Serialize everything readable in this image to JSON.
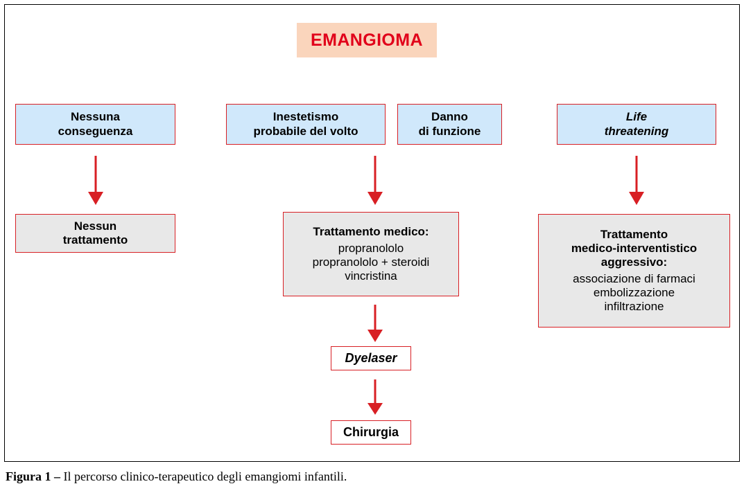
{
  "figure": {
    "title": "EMANGIOMA",
    "caption_label": "Figura 1",
    "caption_dash": " – ",
    "caption_text": "Il percorso clinico-terapeutico degli emangiomi infantili."
  },
  "colors": {
    "title_text": "#e1001a",
    "title_background": "#fad5bc",
    "box_border": "#d81f24",
    "box_blue_fill": "#d0e8fb",
    "box_grey_fill": "#e8e8e8",
    "box_white_fill": "#ffffff",
    "arrow": "#d81f24",
    "frame_border": "#000000",
    "text": "#000000"
  },
  "nodes": {
    "nessuna_conseguenza": {
      "heading": "Nessuna\nconseguenza"
    },
    "inestetismo": {
      "heading": "Inestetismo\nprobabile del volto"
    },
    "danno_funzione": {
      "heading": "Danno\ndi funzione"
    },
    "life_threatening": {
      "heading": "Life\nthreatening"
    },
    "nessun_trattamento": {
      "heading": "Nessun\ntrattamento"
    },
    "trattamento_medico": {
      "heading": "Trattamento medico:",
      "body": "propranololo\npropranololo + steroidi\nvincristina"
    },
    "trattamento_aggressivo": {
      "heading": "Trattamento\nmedico-interventistico\naggressivo:",
      "body": "associazione di farmaci\nembolizzazione\ninfiltrazione"
    },
    "dyelaser": {
      "heading": "Dyelaser"
    },
    "chirurgia": {
      "heading": "Chirurgia"
    }
  },
  "arrows": [
    {
      "name": "arrow-nessuna-conseguenza-to-nessun-trattamento",
      "from": "nessuna_conseguenza",
      "to": "nessun_trattamento"
    },
    {
      "name": "arrow-inestetismo-to-trattamento-medico",
      "from": "inestetismo",
      "to": "trattamento_medico"
    },
    {
      "name": "arrow-life-threatening-to-trattamento-aggressivo",
      "from": "life_threatening",
      "to": "trattamento_aggressivo"
    },
    {
      "name": "arrow-trattamento-medico-to-dyelaser",
      "from": "trattamento_medico",
      "to": "dyelaser"
    },
    {
      "name": "arrow-dyelaser-to-chirurgia",
      "from": "dyelaser",
      "to": "chirurgia"
    }
  ]
}
